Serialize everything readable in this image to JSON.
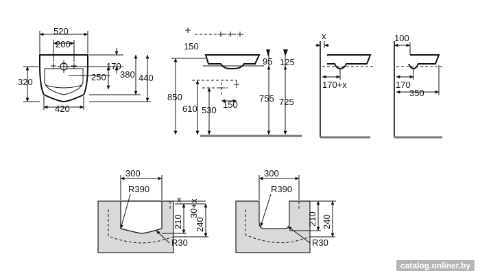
{
  "top_view": {
    "width_total": "520",
    "width_holes": "200",
    "width_bottom": "420",
    "depth_left": "320",
    "dim_170": "170",
    "dim_250": "250",
    "dim_380": "380",
    "dim_440": "440"
  },
  "side_view": {
    "dim_150_top": "150",
    "dim_850": "850",
    "dim_610": "610",
    "dim_530": "530",
    "dim_150_mid": "150",
    "dim_95": "95",
    "dim_125": "125",
    "dim_755": "755",
    "dim_725": "725"
  },
  "wall_view_1": {
    "dim_x": "x",
    "dim_170x": "170+x"
  },
  "wall_view_2": {
    "dim_100": "100",
    "dim_170": "170",
    "dim_350": "350"
  },
  "cutout_1": {
    "dim_300": "300",
    "radius_390": "R390",
    "dim_x": "x",
    "dim_30x": "30+x",
    "dim_210": "210",
    "dim_240": "240",
    "radius_30": "R30"
  },
  "cutout_2": {
    "dim_300": "300",
    "radius_390": "R390",
    "dim_210": "210",
    "dim_240": "240",
    "radius_30": "R30"
  },
  "watermark": "catalog.onliner.by"
}
